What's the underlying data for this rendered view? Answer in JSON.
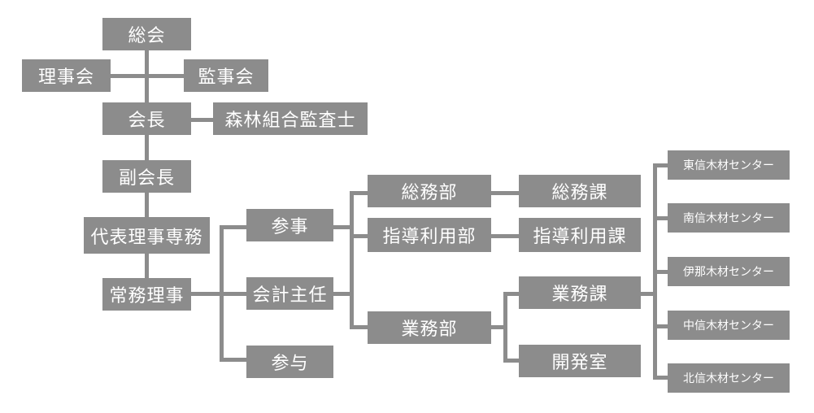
{
  "nodes": {
    "general_assembly": "総会",
    "board": "理事会",
    "auditors": "監事会",
    "president": "会長",
    "forest_union_auditor": "森林組合監査士",
    "vice_president": "副会長",
    "representative_director": "代表理事専務",
    "managing_director": "常務理事",
    "councilor": "参事",
    "chief_accountant": "会計主任",
    "advisor": "参与",
    "general_affairs_dept": "総務部",
    "guidance_usage_dept": "指導利用部",
    "operations_dept": "業務部",
    "general_affairs_section": "総務課",
    "guidance_usage_section": "指導利用課",
    "operations_section": "業務課",
    "development_office": "開発室",
    "centers": [
      "東信木材センター",
      "南信木材センター",
      "伊那木材センター",
      "中信木材センター",
      "北信木材センター"
    ]
  }
}
